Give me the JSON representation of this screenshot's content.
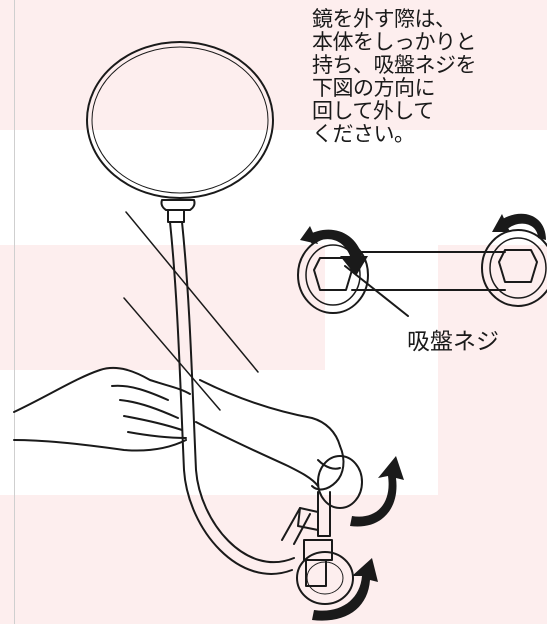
{
  "instruction_lines": [
    "鏡を外す際は、",
    "本体をしっかりと",
    "持ち、吸盤ネジを",
    "下図の方向に",
    "回して外して",
    "ください。"
  ],
  "callout_label": "吸盤ネジ",
  "colors": {
    "band_pink": "#fdeeee",
    "band_white": "#ffffff",
    "line": "#1a1a1a"
  },
  "icons": [
    "round-mirror",
    "flexible-gooseneck-arm",
    "suction-cup-mount",
    "rotation-arrow",
    "hand"
  ]
}
